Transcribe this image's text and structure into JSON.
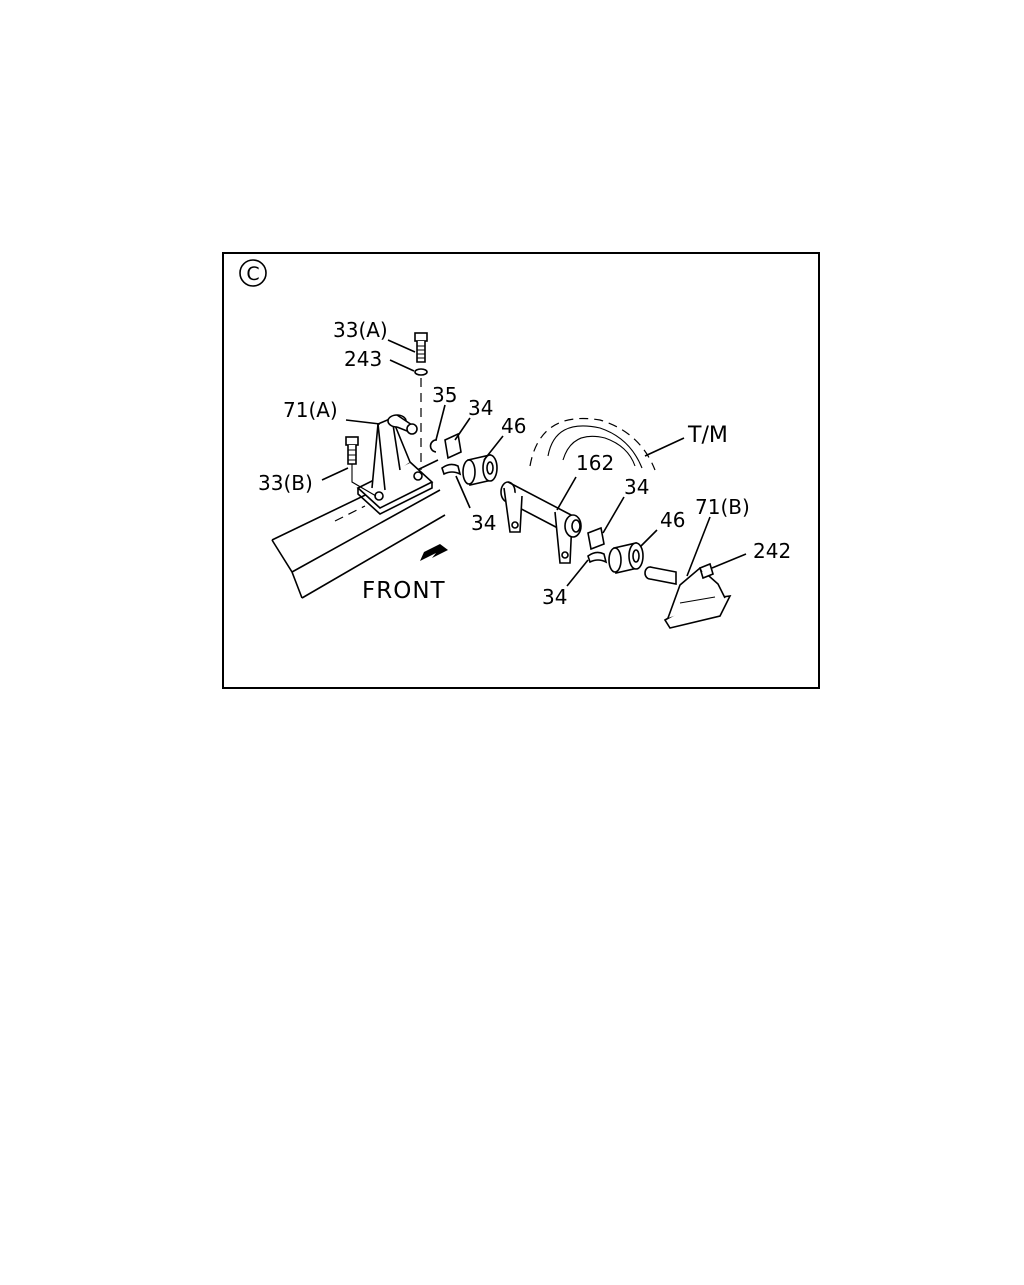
{
  "diagram": {
    "view_marker": "C",
    "labels": {
      "p33a": "33(A)",
      "p243": "243",
      "p71a": "71(A)",
      "p33b": "33(B)",
      "p35": "35",
      "p34_top": "34",
      "p46_left": "46",
      "p34_lower": "34",
      "p162": "162",
      "tm": "T/M",
      "p34_right": "34",
      "p46_right": "46",
      "p71b": "71(B)",
      "p242": "242",
      "p34_bottom": "34",
      "front": "FRONT"
    }
  }
}
